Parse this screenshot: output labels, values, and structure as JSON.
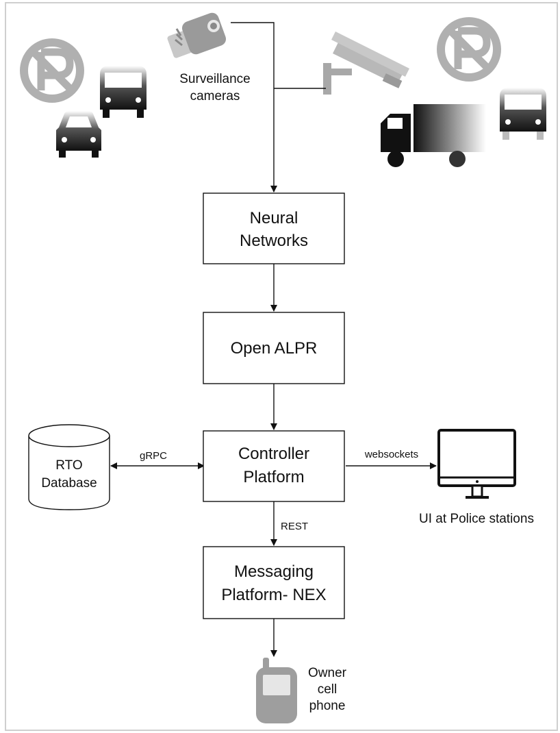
{
  "labels": {
    "surveillance_1": "Surveillance",
    "surveillance_2": "cameras",
    "neural_1": "Neural",
    "neural_2": "Networks",
    "openalpr": "Open ALPR",
    "controller_1": "Controller",
    "controller_2": "Platform",
    "messaging_1": "Messaging",
    "messaging_2": "Platform- NEX",
    "rto_1": "RTO",
    "rto_2": "Database",
    "grpc": "gRPC",
    "websockets": "websockets",
    "rest": "REST",
    "ui_police": "UI at Police stations",
    "owner_1": "Owner",
    "owner_2": "cell",
    "owner_3": "phone"
  },
  "icons": {
    "no_parking_left": "no-parking-icon",
    "no_parking_right": "no-parking-icon",
    "bus_left": "bus-icon",
    "car_left": "car-icon",
    "truck_right": "truck-icon",
    "bus_right": "bus-icon",
    "camera_box": "box-camera-icon",
    "camera_cctv": "cctv-camera-icon",
    "database": "database-cylinder-icon",
    "monitor": "monitor-icon",
    "phone": "cell-phone-icon"
  },
  "colors": {
    "icon_gray": "#b0b0b0",
    "icon_dark": "#1a1a1a",
    "stroke": "#111111"
  }
}
